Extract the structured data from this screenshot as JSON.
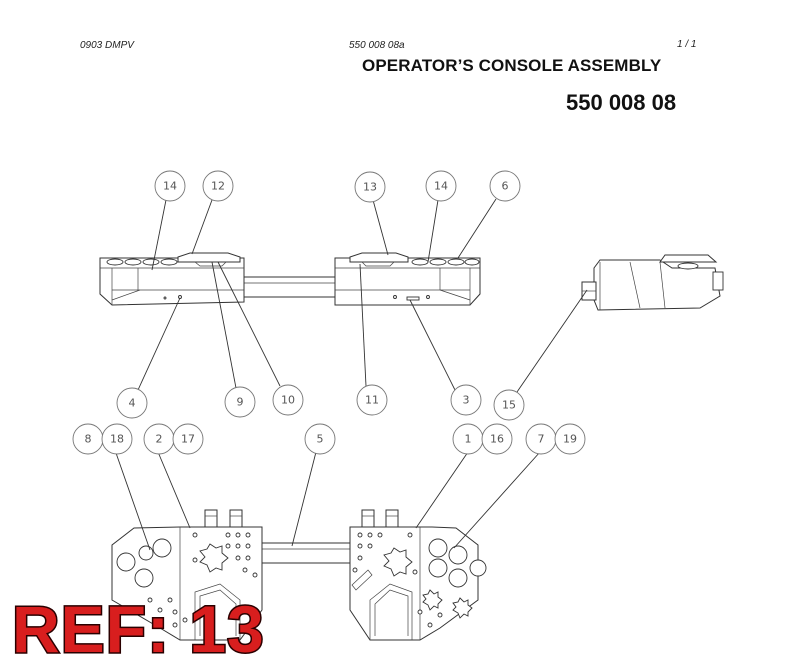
{
  "header": {
    "doc_code": "0903 DMPV",
    "doc_ref": "550 008 08a",
    "page": "1 /   1",
    "title": "OPERATOR’S CONSOLE ASSEMBLY",
    "part_number": "550 008 08"
  },
  "ref_label": "REF: 13",
  "callouts": [
    "14",
    "12",
    "13",
    "14",
    "6",
    "4",
    "9",
    "10",
    "11",
    "3",
    "15",
    "8",
    "18",
    "2",
    "17",
    "5",
    "1",
    "16",
    "7",
    "19"
  ]
}
